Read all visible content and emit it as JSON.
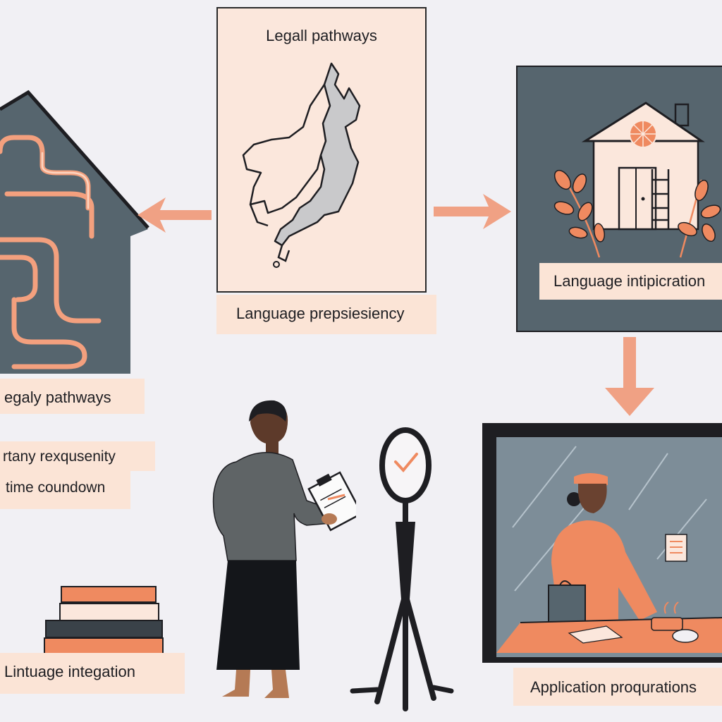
{
  "diagram": {
    "map_panel": {
      "title": "Legall pathways",
      "caption": "Language prepsiesiency"
    },
    "left_house": {
      "caption": "egaly pathways",
      "notes": [
        "rtany rexqusenity",
        "time coundown"
      ]
    },
    "right_house": {
      "caption": "Language intipicration"
    },
    "books": {
      "caption": "Lintuage integation"
    },
    "office": {
      "caption": "Application proqurations"
    }
  },
  "colors": {
    "background": "#f1f0f4",
    "slate": "#56656e",
    "label_bg": "#fbe4d6",
    "accent": "#ef8a60",
    "dark": "#1e1e22"
  }
}
